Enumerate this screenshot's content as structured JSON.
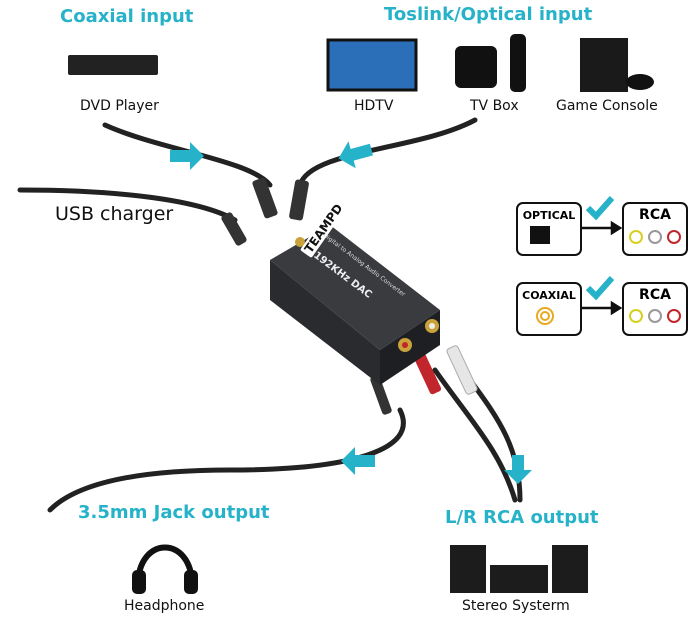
{
  "headings": {
    "coaxial_input": "Coaxial input",
    "optical_input": "Toslink/Optical input",
    "jack_output": "3.5mm Jack output",
    "rca_output": "L/R RCA output"
  },
  "devices": {
    "dvd": "DVD Player",
    "hdtv": "HDTV",
    "tvbox": "TV Box",
    "console": "Game Console",
    "usb": "USB charger",
    "headphone": "Headphone",
    "stereo": "Stereo Systerm"
  },
  "product": {
    "brand": "TEAMPD",
    "subtitle": "Digital to Analog Audio Converter",
    "model": "192KHz  DAC"
  },
  "compat": [
    {
      "input": "OPTICAL",
      "output": "RCA"
    },
    {
      "input": "COAXIAL",
      "output": "RCA"
    }
  ],
  "colors": {
    "accent": "#26b2c8",
    "device_body": "#2a2b2e",
    "cable": "#222222"
  }
}
